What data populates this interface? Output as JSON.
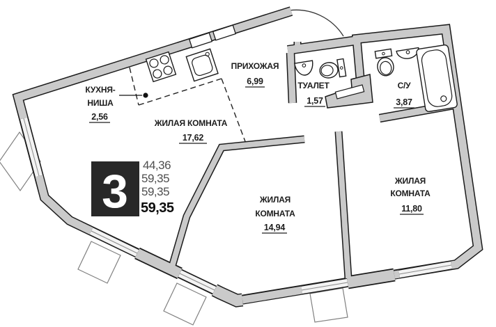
{
  "colors": {
    "wall_fill": "#cacaca",
    "outline": "#1b1b1b",
    "window_fill": "#f3f3f3",
    "badge_bg": "#282828",
    "text_main": "#1d1d1d",
    "text_muted": "#4e4e4e"
  },
  "plan": {
    "unit_badge": {
      "rooms_count": "3"
    },
    "area_summary": {
      "value_1": "44,36",
      "value_2": "59,35",
      "value_3": "59,35",
      "value_total": "59,35"
    },
    "rooms": {
      "kitchen_niche": {
        "label_line1": "КУХНЯ-",
        "label_line2": "НИША",
        "area": "2,56"
      },
      "living_room_1": {
        "label": "ЖИЛАЯ КОМНАТА",
        "area": "17,62"
      },
      "hallway": {
        "label": "ПРИХОЖАЯ",
        "area": "6,99"
      },
      "wc": {
        "label": "ТУАЛЕТ",
        "area": "1,57"
      },
      "bathroom": {
        "label": "С/У",
        "area": "3,87"
      },
      "living_room_2": {
        "label_line1": "ЖИЛАЯ",
        "label_line2": "КОМНАТА",
        "area": "14,94"
      },
      "living_room_3": {
        "label_line1": "ЖИЛАЯ",
        "label_line2": "КОМНАТА",
        "area": "11,80"
      }
    }
  }
}
